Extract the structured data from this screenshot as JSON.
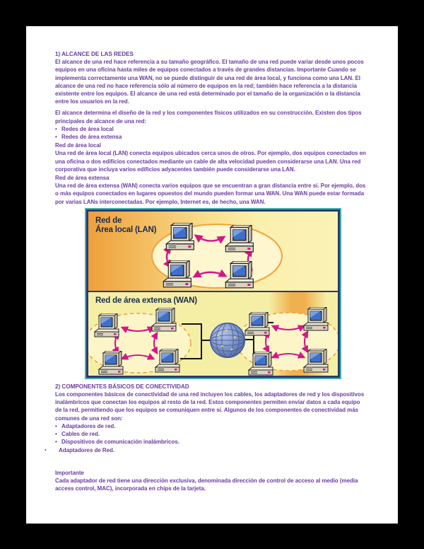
{
  "document": {
    "section1": {
      "heading": "1) ALCANCE DE LAS REDES",
      "para1": "El alcance de una red hace referencia a su tamaño geográfico. El tamaño de una red puede variar desde unos pocos equipos en una oficina hasta miles de equipos conectados a través de grandes distancias. Importante Cuando se implementa correctamente una WAN, no se puede distinguir de una red de área local, y funciona como una LAN. El alcance de una red no hace referencia sólo al número de equipos en la red; también hace referencia a la distancia existente entre los equipos. El alcance de una red está determinado por el tamaño de la organización o la distancia entre los usuarios en la red.",
      "para2": "El alcance determina el diseño de la red y los componentes físicos utilizados en su construcción. Existen dos tipos principales de alcance de una red:",
      "bullets": [
        "Redes de área local",
        "Redes de área extensa"
      ],
      "lan_heading": "Red de área local",
      "lan_para": "Una red de área local (LAN) conecta equipos ubicados cerca unos de otros. Por ejemplo, dos equipos conectados en una oficina o dos edificios conectados mediante un cable de alta velocidad pueden considerarse una LAN. Una red corporativa que incluya varios edificios adyacentes también puede considerarse una LAN.",
      "wan_heading": "Red de área extensa",
      "wan_para": "Una red de área extensa (WAN) conecta varios equipos que se encuentran a gran distancia entre sí. Por ejemplo, dos o más equipos conectados en lugares opuestos del mundo pueden formar una WAN. Una WAN puede estar formada por varias LANs interconectadas. Por ejemplo, Internet es, de hecho, una WAN."
    },
    "figure": {
      "lan_label_line1": "Red de",
      "lan_label_line2": "Área local (LAN)",
      "wan_label": "Red de área extensa (WAN)"
    },
    "section2": {
      "heading": "2) COMPONENTES BÁSICOS DE CONECTIVIDAD",
      "para1": "Los componentes básicos de conectividad de una red incluyen los cables, los adaptadores de red y los dispositivos inalámbricos que conectan los equipos al resto de la red. Estos componentes permiten enviar datos a cada equipo de la red, permitiendo que los equipos se comuniquen entre sí. Algunos de los componentes de conectividad más comunes de una red son:",
      "bullets": [
        "Adaptadores de red.",
        "Cables de red.",
        "Dispositivos de comunicación inalámbricos."
      ],
      "sub_bullet": "Adaptadores de Red.",
      "note_heading": "Importante",
      "note_para": "Cada adaptador de red tiene una dirección exclusiva, denominada dirección de control de acceso al medio (media access control, MAC), incorporada en chips de la tarjeta."
    }
  },
  "colors": {
    "page_background": "#000000",
    "paper": "#FFFFFF",
    "body_text": "#6B3CA0",
    "figure_title": "#1B2A52",
    "figure_border": "#2B3A6E",
    "figure_outline_teal": "#47ADA9",
    "lan_gradient_orange": "#EEA03A",
    "panel_yellow": "#F5EFA6",
    "ellipse_fill": "#FDF6CE",
    "ellipse_stroke": "#F0A23C",
    "arrow_magenta": "#D6158A",
    "screen_blue": "#3E6FC9",
    "globe_blue": "#7D92CC"
  }
}
